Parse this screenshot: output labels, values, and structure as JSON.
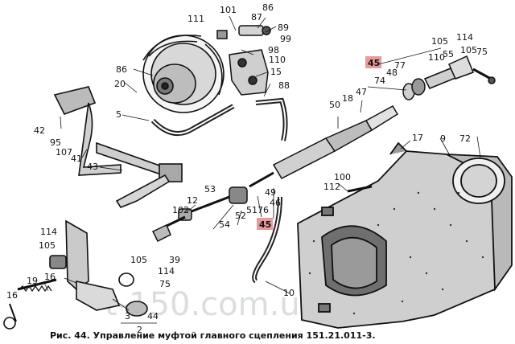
{
  "caption": "Рис. 44. Управление муфтой главного сцепления 151.21.011-3.",
  "watermark": "t-150.com.ua",
  "highlight_color": "#e79a9a",
  "callouts": [
    {
      "id": "c101",
      "text": "101"
    },
    {
      "id": "c86a",
      "text": "86"
    },
    {
      "id": "c111",
      "text": "111"
    },
    {
      "id": "c87",
      "text": "87"
    },
    {
      "id": "c89",
      "text": "89"
    },
    {
      "id": "c99",
      "text": "99"
    },
    {
      "id": "c98",
      "text": "98"
    },
    {
      "id": "c110a",
      "text": "110"
    },
    {
      "id": "c15",
      "text": "15"
    },
    {
      "id": "c86b",
      "text": "86"
    },
    {
      "id": "c20",
      "text": "20"
    },
    {
      "id": "c88",
      "text": "88"
    },
    {
      "id": "c5",
      "text": "5"
    },
    {
      "id": "c42",
      "text": "42"
    },
    {
      "id": "c95",
      "text": "95"
    },
    {
      "id": "c107",
      "text": "107"
    },
    {
      "id": "c41",
      "text": "41"
    },
    {
      "id": "c43",
      "text": "43"
    },
    {
      "id": "c105a",
      "text": "105"
    },
    {
      "id": "c114a",
      "text": "114"
    },
    {
      "id": "c105b",
      "text": "105"
    },
    {
      "id": "c75a",
      "text": "75"
    },
    {
      "id": "c55",
      "text": "55"
    },
    {
      "id": "c110b",
      "text": "110"
    },
    {
      "id": "c77",
      "text": "77"
    },
    {
      "id": "c48",
      "text": "48"
    },
    {
      "id": "c74",
      "text": "74"
    },
    {
      "id": "c47",
      "text": "47"
    },
    {
      "id": "c18",
      "text": "18"
    },
    {
      "id": "c50",
      "text": "50"
    },
    {
      "id": "c17",
      "text": "17"
    },
    {
      "id": "c9",
      "text": "9"
    },
    {
      "id": "c72",
      "text": "72"
    },
    {
      "id": "c100",
      "text": "100"
    },
    {
      "id": "c112",
      "text": "112"
    },
    {
      "id": "c53",
      "text": "53"
    },
    {
      "id": "c12",
      "text": "12"
    },
    {
      "id": "c102",
      "text": "102"
    },
    {
      "id": "c49",
      "text": "49"
    },
    {
      "id": "c46",
      "text": "46"
    },
    {
      "id": "c51",
      "text": "51"
    },
    {
      "id": "c76",
      "text": "76"
    },
    {
      "id": "c52",
      "text": "52"
    },
    {
      "id": "c54",
      "text": "54"
    },
    {
      "id": "c114b",
      "text": "114"
    },
    {
      "id": "c105c",
      "text": "105"
    },
    {
      "id": "c39",
      "text": "39"
    },
    {
      "id": "c105d",
      "text": "105"
    },
    {
      "id": "c114c",
      "text": "114"
    },
    {
      "id": "c75b",
      "text": "75"
    },
    {
      "id": "c19",
      "text": "19"
    },
    {
      "id": "c16a",
      "text": "16"
    },
    {
      "id": "c16b",
      "text": "16"
    },
    {
      "id": "c3",
      "text": "3"
    },
    {
      "id": "c44",
      "text": "44"
    },
    {
      "id": "c2",
      "text": "2"
    },
    {
      "id": "c10",
      "text": "10"
    },
    {
      "id": "c45a",
      "text": "45"
    },
    {
      "id": "c45b",
      "text": "45"
    }
  ]
}
